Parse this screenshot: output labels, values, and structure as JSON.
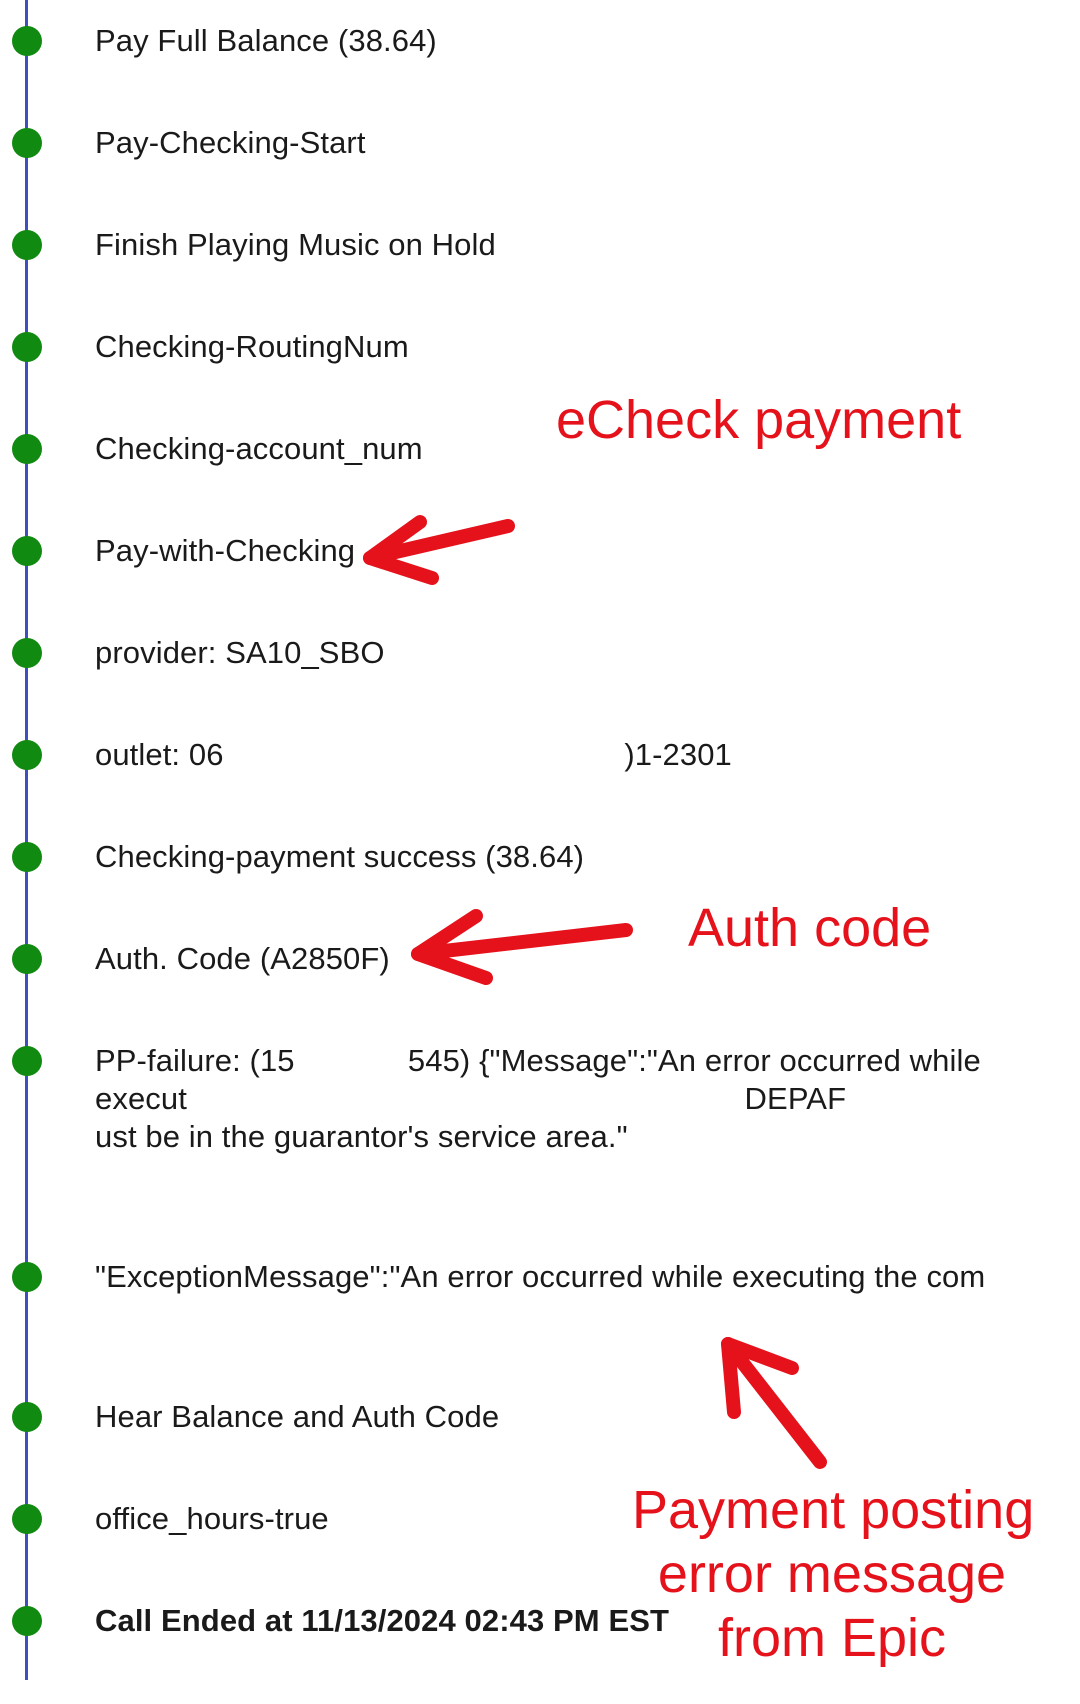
{
  "timeline": {
    "events": [
      {
        "label": "Pay Full Balance (38.64)"
      },
      {
        "label": "Pay-Checking-Start"
      },
      {
        "label": "Finish Playing Music on Hold"
      },
      {
        "label": "Checking-RoutingNum"
      },
      {
        "label": "Checking-account_num"
      },
      {
        "label": "Pay-with-Checking"
      },
      {
        "label": "provider: SA10_SBO"
      },
      {
        "label": "outlet: 06                                              )1-2301"
      },
      {
        "label": "Checking-payment success (38.64)"
      },
      {
        "label": "Auth. Code (A2850F)"
      },
      {
        "label": "PP-failure: (15             545) {\"Message\":\"An error occurred while execut                                                                DEPAF                                                                 ust be in the guarantor's service area.\""
      },
      {
        "label": "\"ExceptionMessage\":\"An error occurred while executing the com"
      },
      {
        "label": "Hear Balance and Auth Code"
      },
      {
        "label": "office_hours-true"
      },
      {
        "label": "Call Ended at 11/13/2024 02:43 PM EST"
      }
    ]
  },
  "annotations": {
    "echeck": "eCheck payment",
    "auth": "Auth code",
    "error_line1": "Payment posting",
    "error_line2": "error message",
    "error_line3": "from Epic"
  },
  "colors": {
    "timeline": "#3f4fbf",
    "dot": "#118a11",
    "annotation": "#e5121b"
  }
}
